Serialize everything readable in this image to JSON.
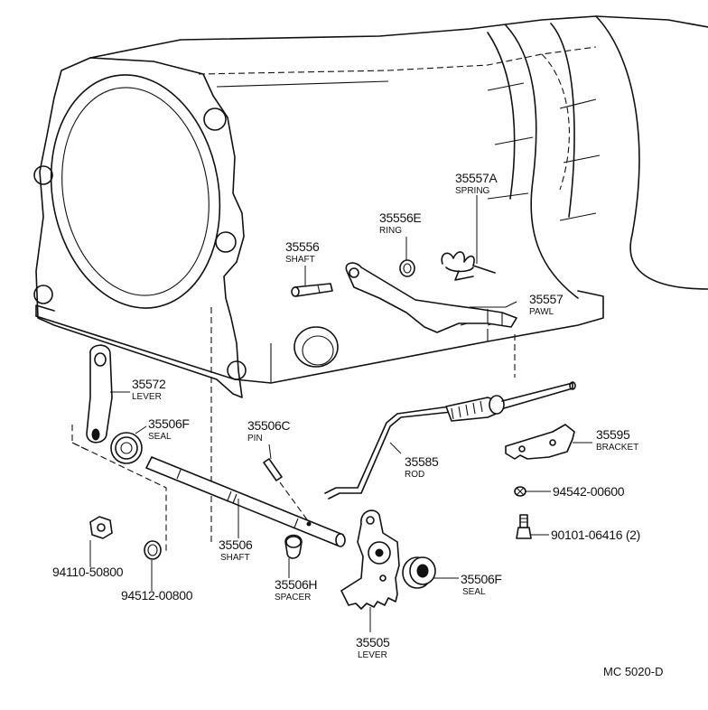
{
  "parts": [
    {
      "id": "p35557A",
      "number": "35557A",
      "name": "SPRING"
    },
    {
      "id": "p35556E",
      "number": "35556E",
      "name": "RING"
    },
    {
      "id": "p35556",
      "number": "35556",
      "name": "SHAFT"
    },
    {
      "id": "p35557",
      "number": "35557",
      "name": "PAWL"
    },
    {
      "id": "p35572",
      "number": "35572",
      "name": "LEVER"
    },
    {
      "id": "p35506F_top",
      "number": "35506F",
      "name": "SEAL"
    },
    {
      "id": "p35506C",
      "number": "35506C",
      "name": "PIN"
    },
    {
      "id": "p35585",
      "number": "35585",
      "name": "ROD"
    },
    {
      "id": "p35595",
      "number": "35595",
      "name": "BRACKET"
    },
    {
      "id": "p94542",
      "number": "94542-00600",
      "name": ""
    },
    {
      "id": "p90101",
      "number": "90101-06416 (2)",
      "name": ""
    },
    {
      "id": "p94110",
      "number": "94110-50800",
      "name": ""
    },
    {
      "id": "p94512",
      "number": "94512-00800",
      "name": ""
    },
    {
      "id": "p35506",
      "number": "35506",
      "name": "SHAFT"
    },
    {
      "id": "p35506H",
      "number": "35506H",
      "name": "SPACER"
    },
    {
      "id": "p35506F_bot",
      "number": "35506F",
      "name": "SEAL"
    },
    {
      "id": "p35505",
      "number": "35505",
      "name": "LEVER"
    }
  ],
  "reference_code": "MC 5020-D"
}
